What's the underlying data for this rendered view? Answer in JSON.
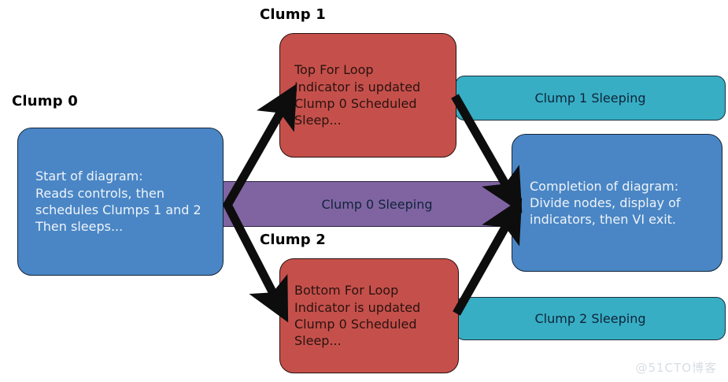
{
  "diagram": {
    "type": "flow-diagram",
    "background_color": "#ffffff",
    "labels": {
      "clump0": "Clump 0",
      "clump1": "Clump 1",
      "clump2": "Clump 2"
    },
    "nodes": [
      {
        "id": "start",
        "name": "clump0-start-node",
        "color": "#4a86c5",
        "shape": "rounded-rect",
        "text": "Start of diagram:\nReads controls, then\nschedules Clumps 1 and 2\n Then sleeps..."
      },
      {
        "id": "top-loop",
        "name": "clump1-work-node",
        "color": "#c5504b",
        "shape": "rounded-rect",
        "text": "Top For Loop\nIndicator is updated\nClump 0 Scheduled\n Sleep..."
      },
      {
        "id": "bottom-loop",
        "name": "clump2-work-node",
        "color": "#c5504b",
        "shape": "rounded-rect",
        "text": "Bottom For Loop\nIndicator is updated\nClump 0 Scheduled\n Sleep..."
      },
      {
        "id": "completion",
        "name": "completion-node",
        "color": "#4a86c5",
        "shape": "rounded-rect",
        "text": "Completion of diagram:\nDivide nodes, display of\nindicators, then VI exit."
      }
    ],
    "bars": [
      {
        "id": "clump1-sleeping",
        "name": "clump1-sleeping-bar",
        "color": "#37aec4",
        "text": "Clump 1 Sleeping"
      },
      {
        "id": "clump0-sleeping",
        "name": "clump0-sleeping-bar",
        "color": "#8064a2",
        "text": "Clump 0 Sleeping"
      },
      {
        "id": "clump2-sleeping",
        "name": "clump2-sleeping-bar",
        "color": "#37aec4",
        "text": "Clump 2 Sleeping"
      }
    ],
    "arrows": [
      {
        "id": "start-to-top",
        "name": "arrow-start-to-clump1",
        "from": "start",
        "to": "top-loop"
      },
      {
        "id": "start-to-bottom",
        "name": "arrow-start-to-clump2",
        "from": "start",
        "to": "bottom-loop"
      },
      {
        "id": "top-to-completion",
        "name": "arrow-clump1-to-completion",
        "from": "top-loop",
        "to": "completion"
      },
      {
        "id": "bottom-to-completion",
        "name": "arrow-clump2-to-completion",
        "from": "bottom-loop",
        "to": "completion"
      }
    ],
    "watermark": "@51CTO博客"
  }
}
